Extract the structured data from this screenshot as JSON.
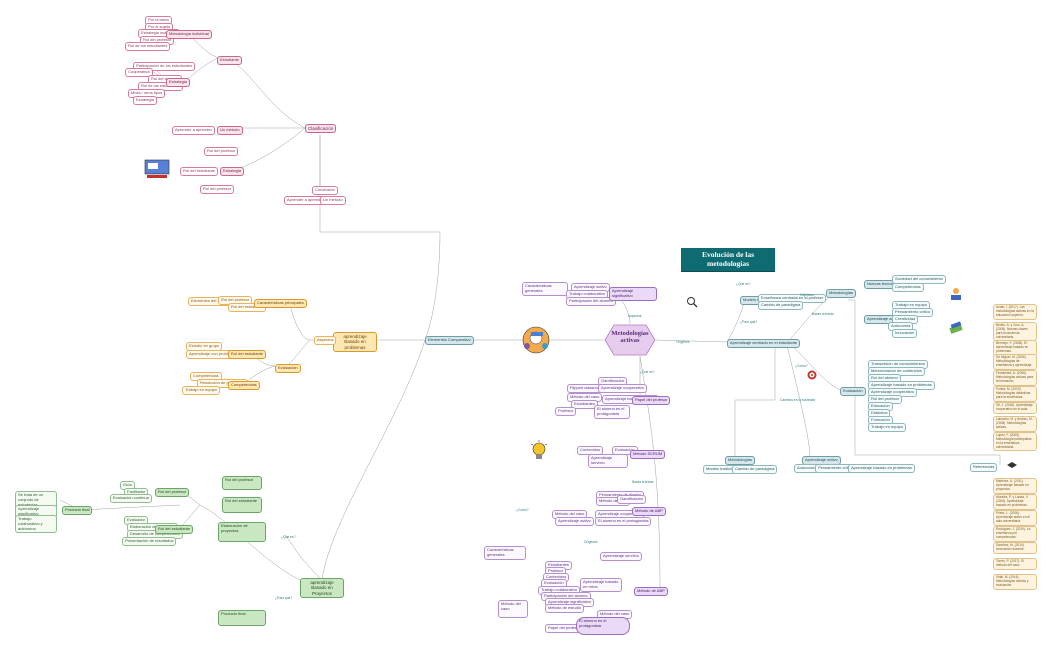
{
  "title": "Metodologías activas",
  "evolution_title": "Evolución de las metodologías",
  "center_left": "Elementos Comparativo",
  "clasificacion": "Clasificación",
  "abp_problemas": "aprendizaje Basado en problemas",
  "abp_proyectos": "aprendizaje Basado en Proyectos",
  "pink_group": [
    "Por la tarea",
    "Por el sujeto",
    "Estrategia individual",
    "Rol del profesor",
    "Rol de los estudiantes",
    "Metodología individual",
    "Participación de los estudiantes",
    "Estudiante",
    "Cooperativa",
    "Rol del docente",
    "Rol de los estudiantes",
    "Mixta / otros tipos",
    "Estrategia",
    "Aprender a aprender",
    "Un método",
    "Rol del profesor",
    "Rol del estudiante",
    "Estrategia",
    "Conclusión"
  ],
  "orange_group": [
    "Características principales",
    "Elementos del aprendizaje",
    "Rol del profesor",
    "Rol del estudiante",
    "Estudio en grupo",
    "Aprendizaje con problemas reales",
    "Rol del estudiante",
    "Evaluación",
    "Competencias",
    "Resolución de problemas",
    "Trabajo en equipo"
  ],
  "green_group": [
    "Se trata de un conjunto de estrategias",
    "Aprendizaje significativo",
    "Rol del profesor",
    "Rol del estudiante",
    "Trabajo colaborativo y autónomo",
    "Evaluación continua",
    "Rol del profesor",
    "Rol del estudiante",
    "Guía",
    "Facilitador",
    "Evaluador",
    "Elaboración de proyectos",
    "Desarrollo de competencias",
    "Producto final",
    "Presentación de resultados"
  ],
  "purple_group": [
    "Características generales",
    "Aprendizaje activo",
    "Trabajo colaborativo",
    "Participación del alumno",
    "Aprendizaje significativo",
    "El alumno es el protagonista",
    "Papel del profesor",
    "Gamificación",
    "Flipped classroom",
    "Aprendizaje cooperativo",
    "Método del caso",
    "Aprendizaje basado en retos",
    "Estudiantes",
    "Profesor",
    "Contenidos",
    "Evaluación",
    "Aprendizaje servicio",
    "Pensamiento de diseño",
    "Método SCRUM",
    "Método de ABP",
    "Método del caso",
    "Método de estudio"
  ],
  "teal_group": [
    "Modelo tradicional",
    "Enseñanza centrada en el profesor",
    "Cambio de paradigma",
    "Aprendizaje centrado en el estudiante",
    "Transmisión de conocimientos",
    "Memorización de contenidos",
    "Rol del alumno",
    "Rol del profesor",
    "Metodologías",
    "Nuevas tecnologías",
    "Sociedad del conocimiento",
    "Competencias",
    "Aprendizaje activo",
    "Trabajo en equipo",
    "Pensamiento crítico",
    "Creatividad",
    "Autonomía",
    "Innovación",
    "Evaluación",
    "Aprendizaje basado en problemas",
    "Aprendizaje cooperativo",
    "Educación",
    "Didáctica",
    "Formación",
    "Referencias"
  ],
  "labels": [
    "Aspectos",
    "Orígenes",
    "¿Qué es?",
    "¿Para qué?",
    "Objetivos",
    "Bases teóricas",
    "Cambios en la sociedad",
    "¿Cómo?",
    "¿Qué es?"
  ],
  "references": [
    "Aznar, I. (2017). Las metodologías activas en la educación superior.",
    "Benito, A. y Cruz, A. (2005). Nuevas claves para la docencia universitaria.",
    "Bermejo, F. (2008). El aprendizaje basado en problemas.",
    "De Miguel, M. (2006). Metodologías de enseñanza y aprendizaje.",
    "Fernández, A. (2006). Metodologías activas para la formación.",
    "Fortea, M. (2019). Metodologías didácticas para la enseñanza.",
    "Gil, J. (2018). Aprendizaje cooperativo en el aula.",
    "Labrador, M. y Andreu, M. (2008). Metodologías activas.",
    "López, F. (2005). Metodología participativa en la enseñanza universitaria.",
    "Martínez, A. (2011). Aprendizaje basado en proyectos.",
    "Morales, P. y Landa, V. (2004). Aprendizaje basado en problemas.",
    "Prieto, L. (2006). Aprendizaje activo en el aula universitaria.",
    "Rodríguez, J. (2010). La enseñanza por competencias.",
    "Sánchez, M. (2014). Innovación docente.",
    "Torres, P. (2017). El método del caso.",
    "Vidal, M. (2016). Metodologías activas y evaluación."
  ],
  "colors": {
    "pink": "#d9799f",
    "orange": "#e8b35d",
    "green": "#8fbf8f",
    "purple": "#b58fd1",
    "teal": "#6e9da7",
    "root": "#e6cdee",
    "evo": "#0f6b72"
  }
}
